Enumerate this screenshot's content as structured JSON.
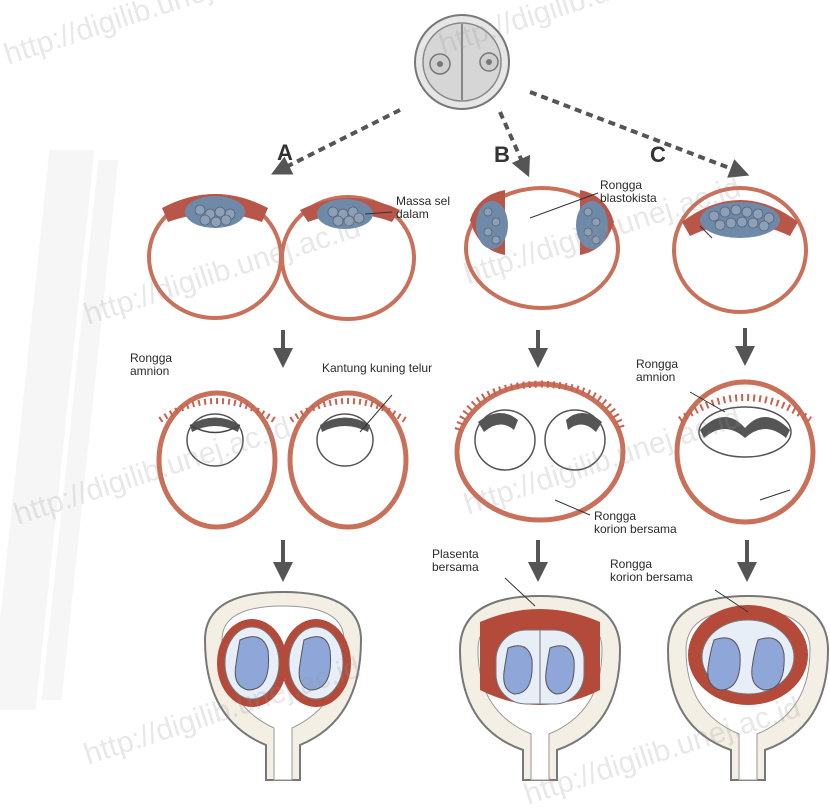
{
  "watermark": "http://digilib.unej.ac.id",
  "colors": {
    "membrane": "#c8705a",
    "trophoblast": "#b8564a",
    "inner_cell_mass": "#6f8aa8",
    "embryo": "#8ea6d8",
    "placenta": "#b44a3a",
    "uterus_wall": "#f3efe4",
    "arrow": "#555555"
  },
  "paths": {
    "a_letter": "A",
    "b_letter": "B",
    "c_letter": "C"
  },
  "labels": {
    "massa_sel_dalam": "Massa sel\ndalam",
    "rongga_blastokista": "Rongga\nblastokista",
    "rongga_amnion_left": "Rongga\namnion",
    "kantung_kuning_telur": "Kantung kuning telur",
    "rongga_amnion_right": "Rongga\namnion",
    "rongga_korion_bersama_mid": "Rongga\nkorion bersama",
    "plasenta_bersama": "Plasenta\nbersama",
    "rongga_korion_bersama_right": "Rongga\nkorion bersama"
  },
  "icons": {
    "zygote": "two-cell-zygote-icon",
    "blastocyst": "blastocyst-icon",
    "embryo": "embryo-icon",
    "uterus": "uterus-icon"
  }
}
